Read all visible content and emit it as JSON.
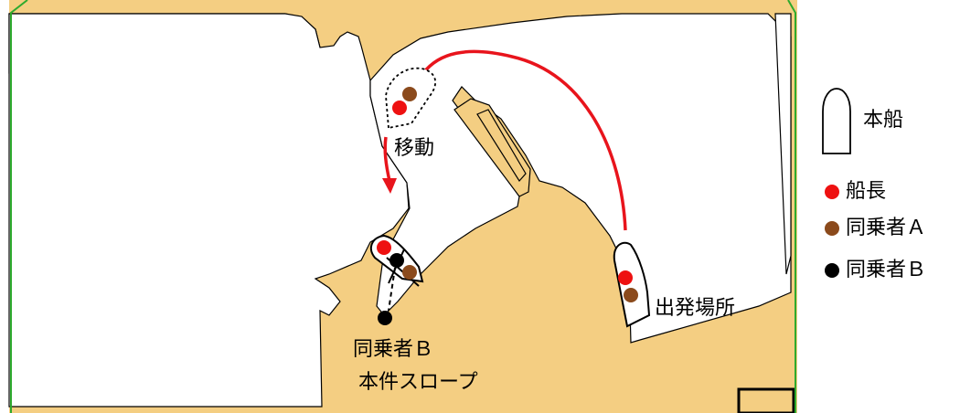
{
  "map": {
    "labels": {
      "move": "移動",
      "departure": "出発場所",
      "companion_b": "同乗者Ｂ",
      "slope": "本件スロープ"
    }
  },
  "legend": {
    "vessel": "本船",
    "captain": "船長",
    "companion_a": "同乗者Ａ",
    "companion_b": "同乗者Ｂ"
  },
  "colors": {
    "land": "#F4CE82",
    "water": "#FFFFFF",
    "frame": "#2EAA2E",
    "route": "#E8141C",
    "captain": "#EE1111",
    "companion_a": "#8B4A1C",
    "companion_b": "#000000"
  }
}
